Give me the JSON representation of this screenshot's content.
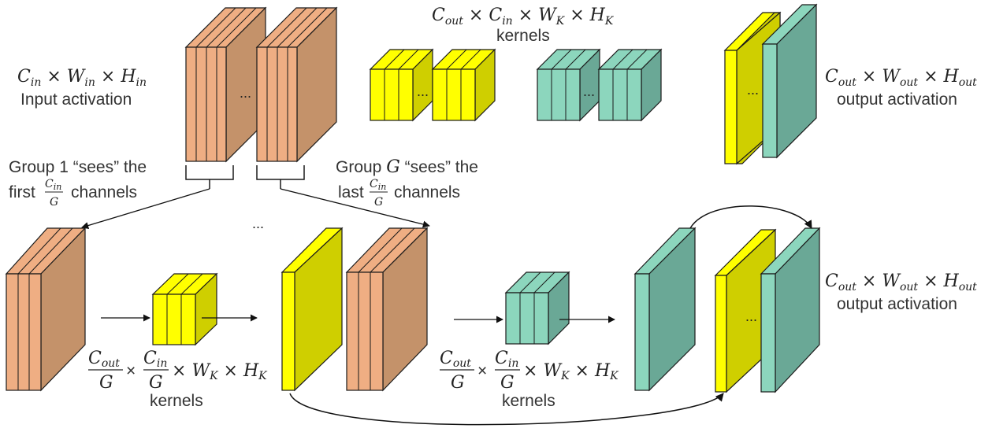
{
  "colors": {
    "input_face": "#efae83",
    "input_front": "#c4926a",
    "kernel_yellow": "#ffff00",
    "output_yellow_front": "#cfcf00",
    "kernel_teal": "#8cd6bd",
    "teal_front": "#6aa896",
    "stroke": "#1a1a1a"
  },
  "top": {
    "input_label": {
      "C": "C",
      "C_sub": "in",
      "W": "W",
      "W_sub": "in",
      "H": "H",
      "H_sub": "in",
      "caption": "Input activation"
    },
    "kernels_label": {
      "Co": "C",
      "Co_sub": "out",
      "Ci": "C",
      "Ci_sub": "in",
      "W": "W",
      "W_sub": "K",
      "H": "H",
      "H_sub": "K",
      "caption": "kernels"
    },
    "output_label": {
      "C": "C",
      "C_sub": "out",
      "W": "W",
      "W_sub": "out",
      "H": "H",
      "H_sub": "out",
      "caption": "output activation"
    },
    "ellipsis": "..."
  },
  "groups": {
    "group1_line1": "Group 1 “sees” the",
    "group1_first": "first",
    "groupG_line1_pre": "Group ",
    "groupG_symbol": "G",
    "groupG_line1_post": " “sees” the",
    "groupG_last": "last",
    "channels": "channels",
    "frac_num": "C",
    "frac_num_sub": "in",
    "frac_den": "G",
    "between_ellipsis": "..."
  },
  "bottom": {
    "kernel1": {
      "Co": "C",
      "Co_sub": "out",
      "G": "G",
      "Ci": "C",
      "Ci_sub": "in",
      "G2": "G",
      "W": "W",
      "W_sub": "K",
      "H": "H",
      "H_sub": "K",
      "caption": "kernels"
    },
    "kernel2": {
      "Co": "C",
      "Co_sub": "out",
      "G": "G",
      "Ci": "C",
      "Ci_sub": "in",
      "G2": "G",
      "W": "W",
      "W_sub": "K",
      "H": "H",
      "H_sub": "K",
      "caption": "kernels"
    },
    "output_label": {
      "C": "C",
      "C_sub": "out",
      "W": "W",
      "W_sub": "out",
      "H": "H",
      "H_sub": "out",
      "caption": "output activation"
    },
    "ellipsis": "..."
  },
  "symbols": {
    "times": "×"
  }
}
